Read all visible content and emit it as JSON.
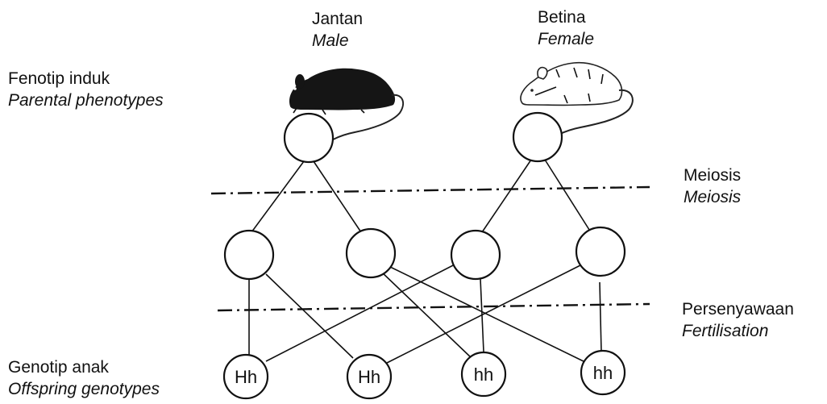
{
  "parents": {
    "male": {
      "label": "Jantan",
      "label_en": "Male",
      "icon": "black-mouse-icon"
    },
    "female": {
      "label": "Betina",
      "label_en": "Female",
      "icon": "white-mouse-icon"
    }
  },
  "rows": {
    "parental": {
      "label": "Fenotip induk",
      "label_en": "Parental phenotypes"
    },
    "offspring": {
      "label": "Genotip anak",
      "label_en": "Offspring genotypes"
    }
  },
  "stages": {
    "meiosis": {
      "label": "Meiosis",
      "label_en": "Meiosis"
    },
    "fertilisation": {
      "label": "Persenyawaan",
      "label_en": "Fertilisation"
    }
  },
  "offspring_genotypes": [
    "Hh",
    "Hh",
    "hh",
    "hh"
  ]
}
